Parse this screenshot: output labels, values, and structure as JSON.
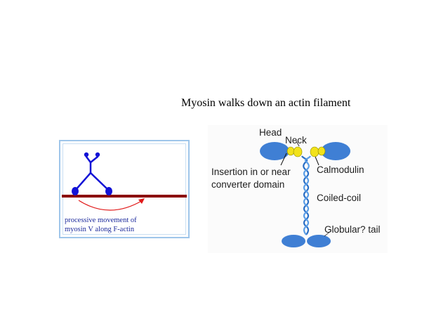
{
  "title": "Myosin walks down an actin filament",
  "animation": {
    "caption_line1": "processive movement of",
    "caption_line2": "myosin V along F-actin",
    "colors": {
      "myosin": "#1212d6",
      "actin": "#8b0000",
      "arrow": "#e11a1a",
      "frame": "#9fc6ea"
    }
  },
  "structure": {
    "labels": {
      "head": "Head",
      "neck": "Neck",
      "calmodulin": "Calmodulin",
      "insertion_line1": "Insertion in or near",
      "insertion_line2": "converter domain",
      "coiled_coil": "Coiled-coil",
      "tail": "Globular? tail"
    },
    "colors": {
      "head": "#3f7fd4",
      "calmodulin": "#f2e21a",
      "coil": "#2a6fc6"
    }
  }
}
